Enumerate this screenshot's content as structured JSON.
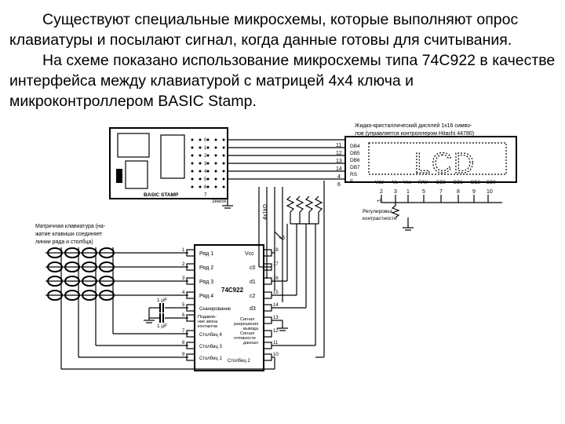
{
  "paragraphs": [
    "Существуют специальные микросхемы, которые выполняют опрос клавиатуры и посылают сигнал, когда данные готовы для считывания.",
    "На схеме  показано использование микросхемы типа 74C922 в качестве интерфейса между клавиатурой с матрицей 4x4 ключа и микроконтроллером BASIC Stamp."
  ],
  "diagram": {
    "lcd_title_line1": "Жидко-кристаллический дисплей 1x16 симво-",
    "lcd_title_line2": "лов (управляется контроллером Hitachi 44780)",
    "lcd_text": "LCD",
    "lcd_pins_left": [
      "DB4",
      "DB5",
      "DB6",
      "DB7",
      "RS",
      "E"
    ],
    "lcd_pin_numbers_left": [
      "11",
      "12",
      "13",
      "14",
      "4",
      "6"
    ],
    "lcd_pins_bottom": [
      "Vdd",
      "Vo",
      "Vss",
      "R/W",
      "DB3",
      "DB1",
      "DB2",
      "DB0"
    ],
    "lcd_pin_numbers_bottom": [
      "2",
      "3",
      "1",
      "5",
      "7",
      "8",
      "9",
      "10"
    ],
    "pot_label_line1": "Регулировка",
    "pot_label_line2": "контрастности",
    "stamp_label": "BASIC STAMP",
    "stamp_pin_numbers": [
      "0",
      "1",
      "2",
      "3",
      "4",
      "5",
      "6",
      "7"
    ],
    "ground_label": "Земля",
    "resistor_label": "4x1kΩ",
    "resistor_bus": "+5",
    "keypad_label_line1": "Матричная клавиатура (на-",
    "keypad_label_line2": "жатие клавиши соединяет",
    "keypad_label_line3": "линии ряда и столбца)",
    "chip_name": "74C922",
    "chip_left_pins": [
      "Ряд 1",
      "Ряд 2",
      "Ряд 3",
      "Ряд 4",
      "Сканирование",
      "Подавле-",
      "ние звона",
      "контактов",
      "Столбец 4",
      "Столбец 3",
      "Столбец 1"
    ],
    "chip_left_numbers": [
      "1",
      "2",
      "3",
      "4",
      "5",
      "6",
      "7",
      "8",
      "9"
    ],
    "chip_right_pins": [
      "Vcc",
      "c0",
      "d1",
      "c2",
      "d3",
      "Сигнал",
      "разрешения",
      "вывода",
      "Сигнал",
      "готовности",
      "данных",
      "Столбец 2"
    ],
    "chip_right_numbers": [
      "18",
      "17",
      "16",
      "15",
      "14",
      "13",
      "12",
      "11",
      "10"
    ],
    "cap_label_1": "1 μF",
    "cap_label_2": "1 μF",
    "supply_label": "+5"
  }
}
